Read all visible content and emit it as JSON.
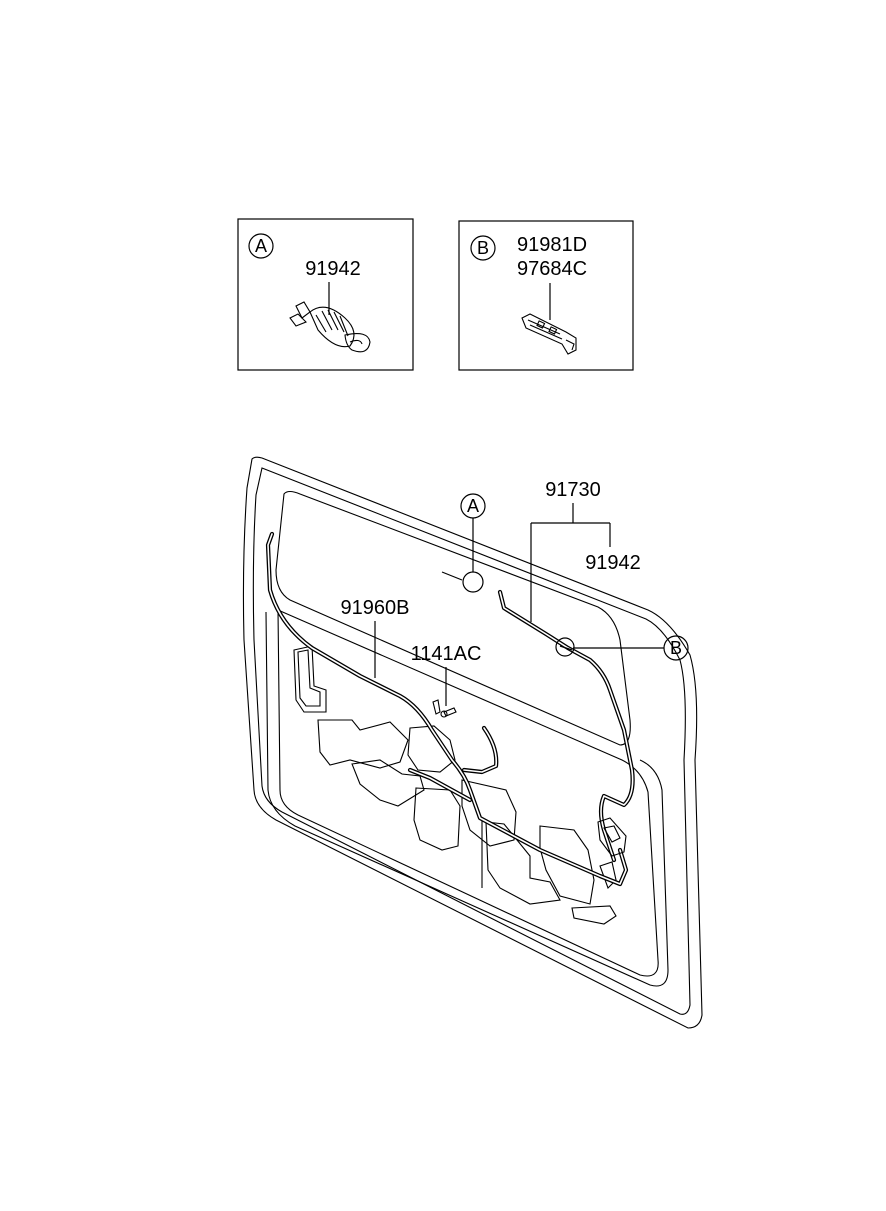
{
  "detail_a": {
    "letter": "A",
    "part": "91942"
  },
  "detail_b": {
    "letter": "B",
    "parts": [
      "91981D",
      "97684C"
    ]
  },
  "main": {
    "callout_a": "A",
    "callout_b": "B",
    "part_91730": "91730",
    "part_91942": "91942",
    "part_91960B": "91960B",
    "part_1141AC": "1141AC"
  }
}
